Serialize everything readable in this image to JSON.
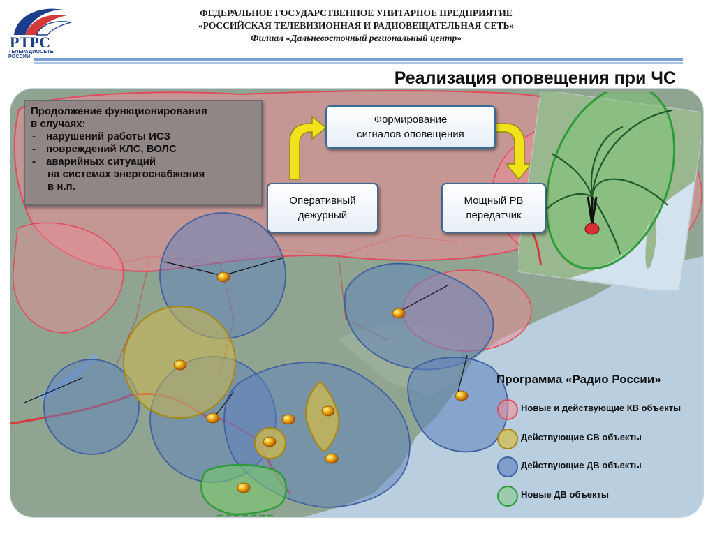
{
  "header": {
    "logo_text": "РТРС",
    "logo_sub": "ТЕЛЕРАДИОСЕТЬ РОССИИ",
    "org_line1": "ФЕДЕРАЛЬНОЕ ГОСУДАРСТВЕННОЕ УНИТАРНОЕ ПРЕДПРИЯТИЕ",
    "org_line2": "«РОССИЙСКАЯ ТЕЛЕВИЗИОННАЯ И РАДИОВЕЩАТЕЛЬНАЯ СЕТЬ»",
    "org_line3": "Филиал «Дальневосточный региональный центр»"
  },
  "title": "Реализация оповещения при ЧС",
  "info": {
    "title_line1": "Продолжение функционирования",
    "title_line2": "в случаях:",
    "items": [
      "нарушений работы ИСЗ",
      "повреждений КЛС, ВОЛС",
      "аварийных ситуаций"
    ],
    "item3_line2": "на системах энергоснабжения",
    "item3_line3": "в н.п."
  },
  "flow": {
    "form_line1": "Формирование",
    "form_line2": "сигналов оповещения",
    "oper_line1": "Оперативный",
    "oper_line2": "дежурный",
    "rv_line1": "Мощный РВ",
    "rv_line2": "передатчик"
  },
  "legend": {
    "title": "Программа «Радио России»",
    "items": [
      {
        "label": "Новые и действующие КВ объекты",
        "color": "#e04b5e"
      },
      {
        "label": "Действующие СВ объекты",
        "color": "#a8870f"
      },
      {
        "label": "Действующие ДВ объекты",
        "color": "#3f5f9e"
      },
      {
        "label": "Новые ДВ объекты",
        "color": "#2e9b3a"
      }
    ]
  },
  "colors": {
    "accent_blue": "#1a3e8c",
    "arrow_yellow": "#f2e21c",
    "land": "#8fa592",
    "sea": "#b9cfe0"
  }
}
